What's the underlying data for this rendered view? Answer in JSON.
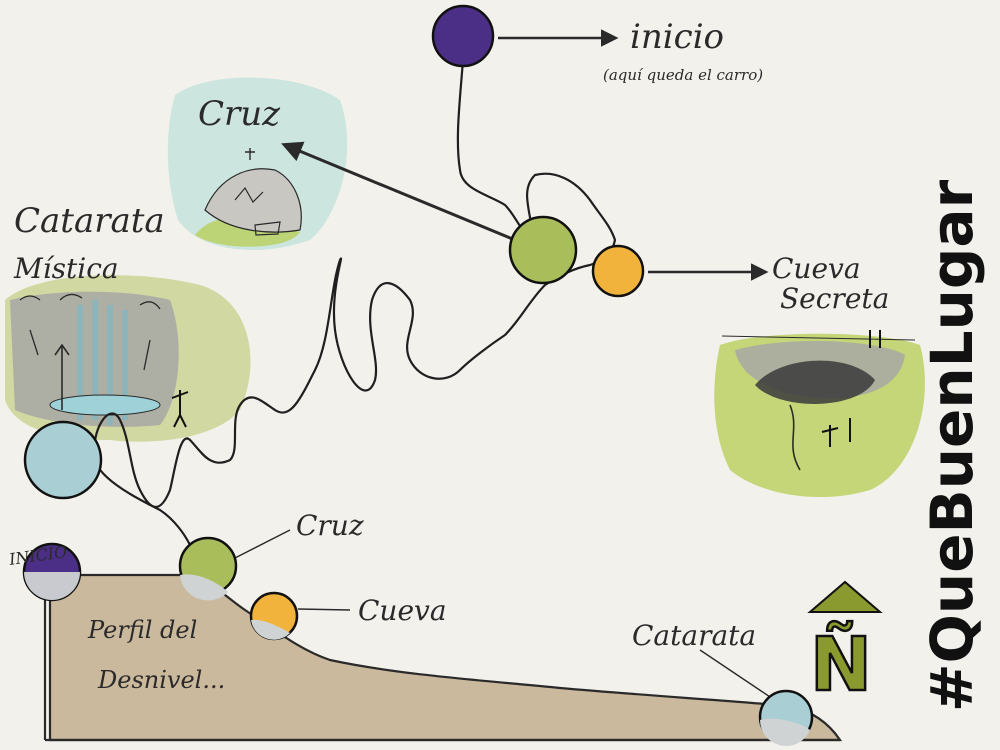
{
  "map": {
    "start_label": "inicio",
    "start_note": "(aquí queda el carro)",
    "cross_label": "Cruz",
    "waterfall_label_line1": "Catarata",
    "waterfall_label_line2": "Mística",
    "cave_label_line1": "Cueva",
    "cave_label_line2": "Secreta"
  },
  "profile": {
    "start_label": "INICIO",
    "cross_label": "Cruz",
    "cave_label": "Cueva",
    "waterfall_label": "Catarata",
    "title_line1": "Perfil del",
    "title_line2": "Desnivel..."
  },
  "north": {
    "letter": "Ñ"
  },
  "brand": {
    "hashtag": "#QueBuenLugar"
  },
  "colors": {
    "start": "#4b2f86",
    "cross": "#a9bd5a",
    "cave": "#f2b33c",
    "waterfall": "#a9cfd5",
    "terrain": "#cbb99d",
    "north": "#8a9a2e"
  }
}
